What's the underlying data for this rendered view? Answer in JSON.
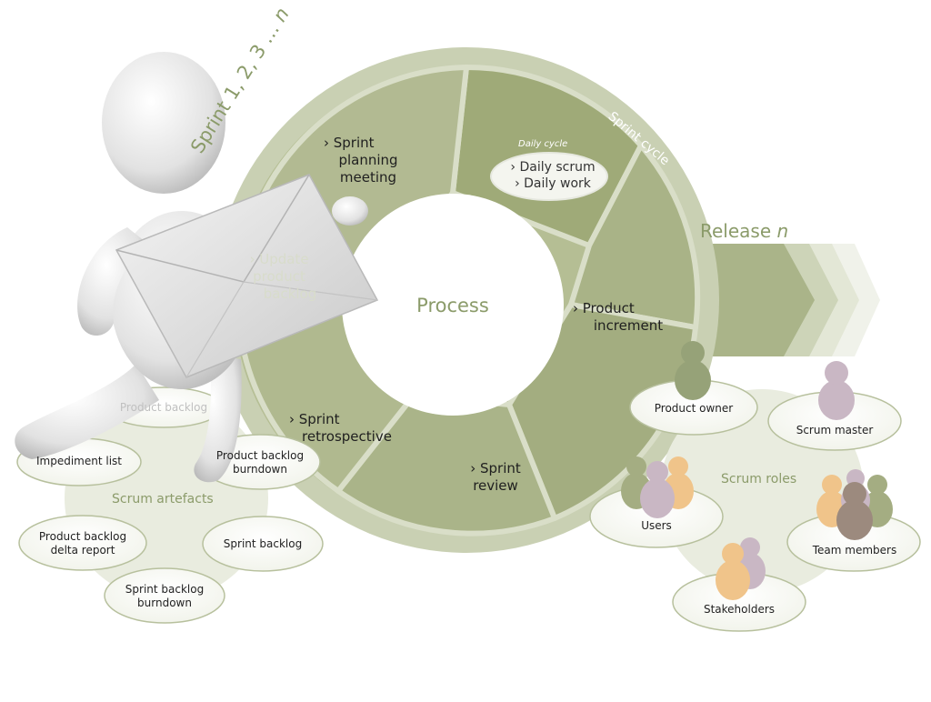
{
  "cycle": {
    "sprint_label": "Sprint 1, 2, 3 … ",
    "sprint_label_n": "n",
    "sprint_cycle_label": "Sprint cycle",
    "daily_cycle_label": "Daily cycle",
    "center_label": "Process",
    "steps": [
      {
        "lines": [
          "› Sprint",
          "planning",
          "meeting"
        ]
      },
      {
        "lines": [
          "› Daily scrum",
          "› Daily work"
        ]
      },
      {
        "lines": [
          "› Product",
          "increment"
        ]
      },
      {
        "lines": [
          "› Sprint",
          "review"
        ]
      },
      {
        "lines": [
          "› Sprint",
          "retrospective"
        ]
      },
      {
        "lines": [
          "› Update",
          "product",
          "backlog"
        ]
      }
    ]
  },
  "release": {
    "label": "Release ",
    "label_n": "n"
  },
  "artefacts": {
    "title": "Scrum artefacts",
    "items": [
      "Product backlog",
      "Impediment list",
      "Product backlog burndown",
      "Product backlog delta report",
      "Sprint backlog",
      "Sprint backlog burndown"
    ]
  },
  "roles": {
    "title": "Scrum roles",
    "items": [
      "Product owner",
      "Scrum master",
      "Users",
      "Team members",
      "Stakeholders"
    ]
  },
  "colors": {
    "ring": "#c9d0b3",
    "segment": "#a9b387",
    "segment_dark": "#97a374",
    "accent": "#8b9b6a",
    "pill_border": "#b7c09d"
  }
}
